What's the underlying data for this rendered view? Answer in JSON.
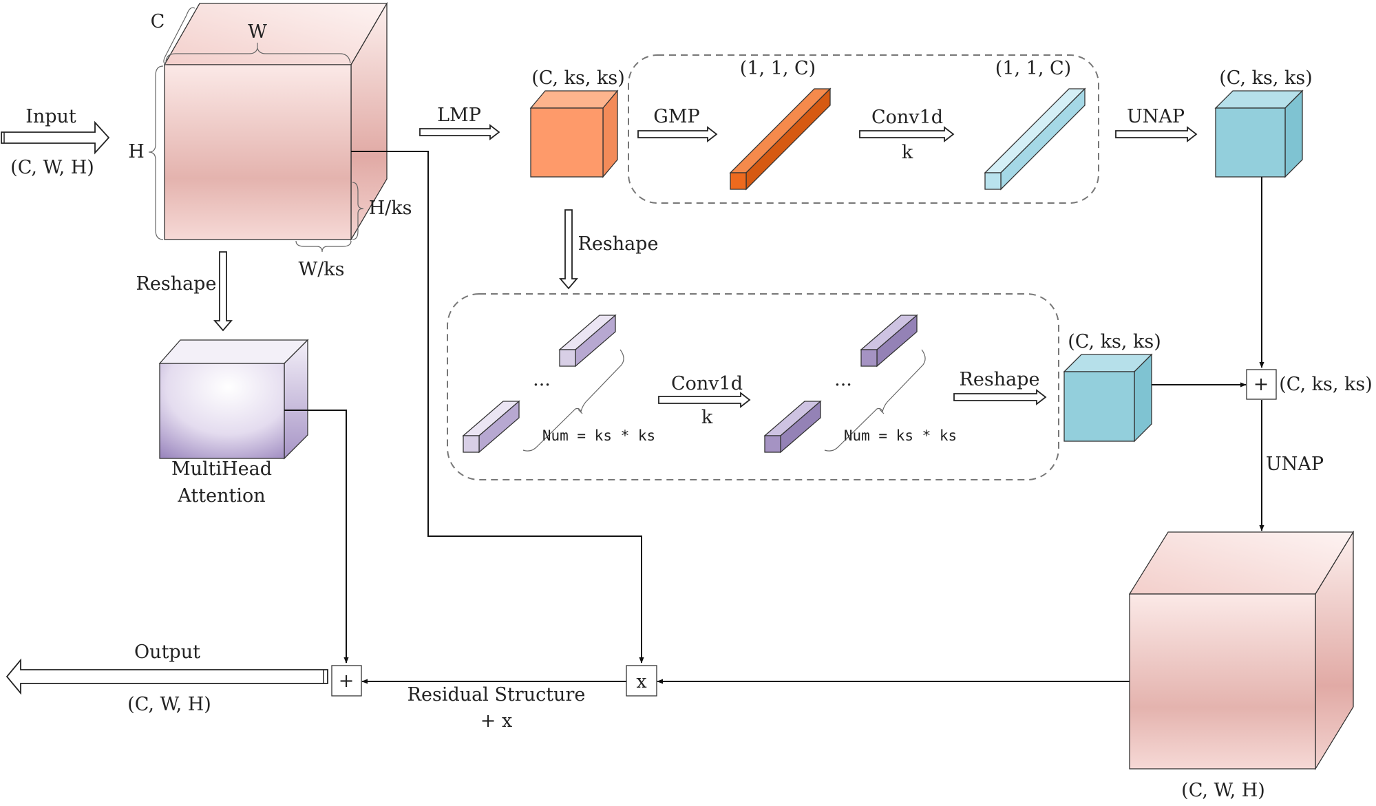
{
  "colors": {
    "pink": "#e4b3ae",
    "orange": "#fe9a6a",
    "deep_orange": "#ed6a1e",
    "light_blue": "#b9e3ee",
    "teal": "#93cfdc",
    "lavender": "#d8cfe6",
    "purple": "#a593c3"
  },
  "labels": {
    "input": "Input",
    "input_shape": "(C, W, H)",
    "dim_c": "C",
    "dim_w": "W",
    "dim_h": "H",
    "dim_hks": "H/ks",
    "dim_wks": "W/ks",
    "reshape_left": "Reshape",
    "attention_line1": "MultiHead",
    "attention_line2": "Attention",
    "lmp": "LMP",
    "shape_ckk_top": "(C, ks, ks)",
    "gmp": "GMP",
    "shape_11c_a": "(1, 1, C)",
    "conv1d_top": "Conv1d",
    "k_top": "k",
    "shape_11c_b": "(1, 1, C)",
    "unap_top": "UNAP",
    "shape_ckk_right": "(C, ks, ks)",
    "reshape_mid": "Reshape",
    "ellipsis": "...",
    "num_a": "Num = ks * ks",
    "conv1d_mid": "Conv1d",
    "k_mid": "k",
    "num_b": "Num = ks * ks",
    "reshape_right": "Reshape",
    "shape_ckk_mid": "(C, ks, ks)",
    "plus_right": "+",
    "shape_ckk_side": "(C, ks, ks)",
    "unap_right": "UNAP",
    "shape_cwh_bottom": "(C, W, H)",
    "output": "Output",
    "output_shape": "(C, W, H)",
    "plus_out": "+",
    "times": "x",
    "residual_line1": "Residual Structure",
    "residual_line2": "+ x"
  }
}
